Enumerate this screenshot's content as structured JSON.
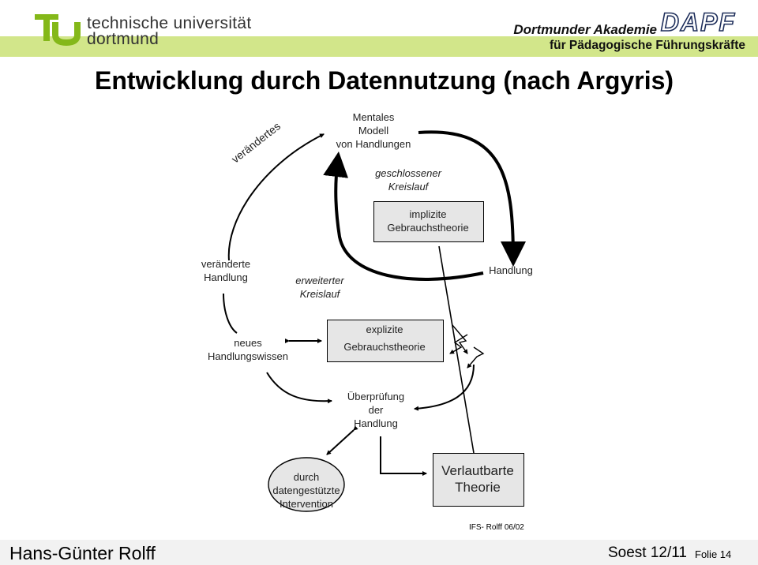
{
  "header": {
    "logo_text_line1": "technische universität",
    "logo_text_line2": "dortmund",
    "akademie": "Dortmunder Akademie",
    "dapf": "DAPF",
    "subtitle": "für Pädagogische Führungskräfte"
  },
  "title": "Entwicklung durch Datennutzung (nach Argyris)",
  "diagram": {
    "mentales_modell": [
      "Mentales",
      "Modell",
      "von Handlungen"
    ],
    "veraendertes": "verändertes",
    "geschlossener_kreislauf": [
      "geschlossener",
      "Kreislauf"
    ],
    "implizite": [
      "implizite",
      "Gebrauchstheorie"
    ],
    "veraenderte_handlung": [
      "veränderte",
      "Handlung"
    ],
    "erweiterter_kreislauf": [
      "erweiterter",
      "Kreislauf"
    ],
    "handlung": "Handlung",
    "neues_handlungswissen": [
      "neues",
      "Handlungswissen"
    ],
    "explizite": [
      "explizite",
      "Gebrauchstheorie"
    ],
    "ueberpruefung": [
      "Überprüfung",
      "der",
      "Handlung"
    ],
    "durch_datengestuetzte": [
      "durch",
      "datengestützte",
      "Intervention"
    ],
    "verlautbarte_theorie": [
      "Verlautbarte",
      "Theorie"
    ]
  },
  "footer": {
    "author": "Hans-Günter Rolff",
    "ifs_note": "IFS- Rolff 06/02",
    "soest": "Soest 12/11",
    "folie": "Folie 14"
  },
  "colors": {
    "tu_green": "#84b819",
    "band_green": "#d2e68a",
    "box_fill": "#e6e6e6",
    "dapf_blue": "#1d2d5a"
  }
}
